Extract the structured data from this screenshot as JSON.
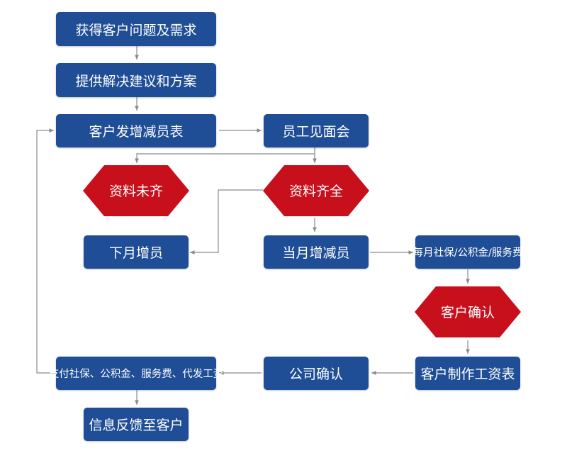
{
  "nodes": {
    "get_needs": "获得客户问题及需求",
    "provide_solution": "提供解决建议和方案",
    "send_table": "客户发增减员表",
    "staff_meeting": "员工见面会",
    "docs_missing": "资料未齐",
    "docs_complete": "资料齐全",
    "next_month": "下月增员",
    "this_month": "当月增减员",
    "monthly_fees": "每月社保/公积金/服务费",
    "customer_confirm": "客户确认",
    "company_confirm": "公司确认",
    "make_payroll": "客户制作工资表",
    "pay_all": "支付社保、公积金、服务费、代发工资",
    "feedback": "信息反馈至客户"
  },
  "colors": {
    "process_box": "#1f4e96",
    "decision_diamond": "#c8101c",
    "connector": "#8a8a8a"
  }
}
